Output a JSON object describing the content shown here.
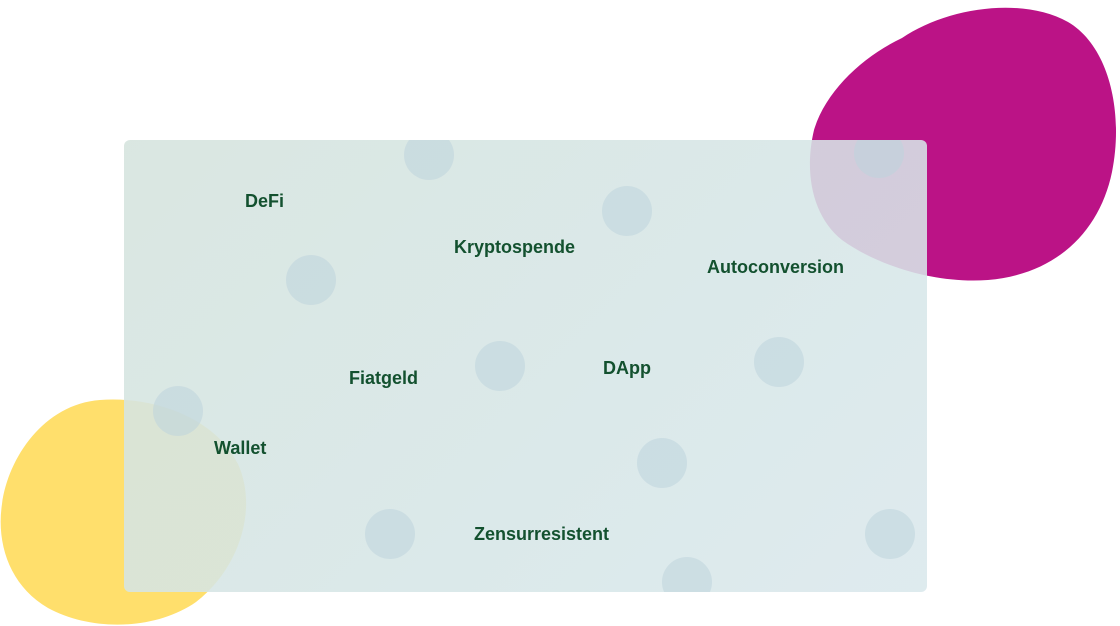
{
  "colors": {
    "magenta_blob": "#bb1386",
    "yellow_blob": "#ffdf6c",
    "card_background": "#d8e6e4",
    "dot": "#bed4dc",
    "term_text": "#13512f"
  },
  "terms": {
    "defi": "DeFi",
    "kryptospende": "Kryptospende",
    "autoconversion": "Autoconversion",
    "fiatgeld": "Fiatgeld",
    "dapp": "DApp",
    "wallet": "Wallet",
    "zensurresistent": "Zensurresistent"
  }
}
